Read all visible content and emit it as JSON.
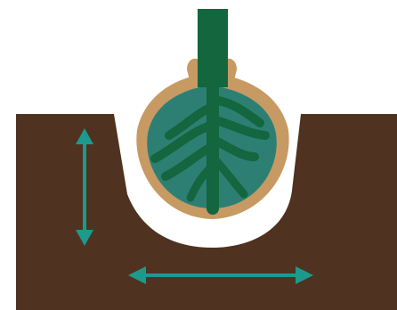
{
  "diagram": {
    "kind": "planting-hole-illustration",
    "colors": {
      "background": "#ffffff",
      "soil": "#4f3220",
      "hole": "#ffffff",
      "root_ball_rim": "#c79a63",
      "root_ball_fill": "#2d7f74",
      "plant": "#13663d",
      "arrows": "#1c9a8e"
    },
    "arrows": [
      {
        "name": "depth-arrow",
        "direction": "vertical"
      },
      {
        "name": "width-arrow",
        "direction": "horizontal"
      }
    ],
    "icons": [
      "root-ball",
      "stem",
      "roots",
      "planting-hole",
      "soil"
    ]
  }
}
